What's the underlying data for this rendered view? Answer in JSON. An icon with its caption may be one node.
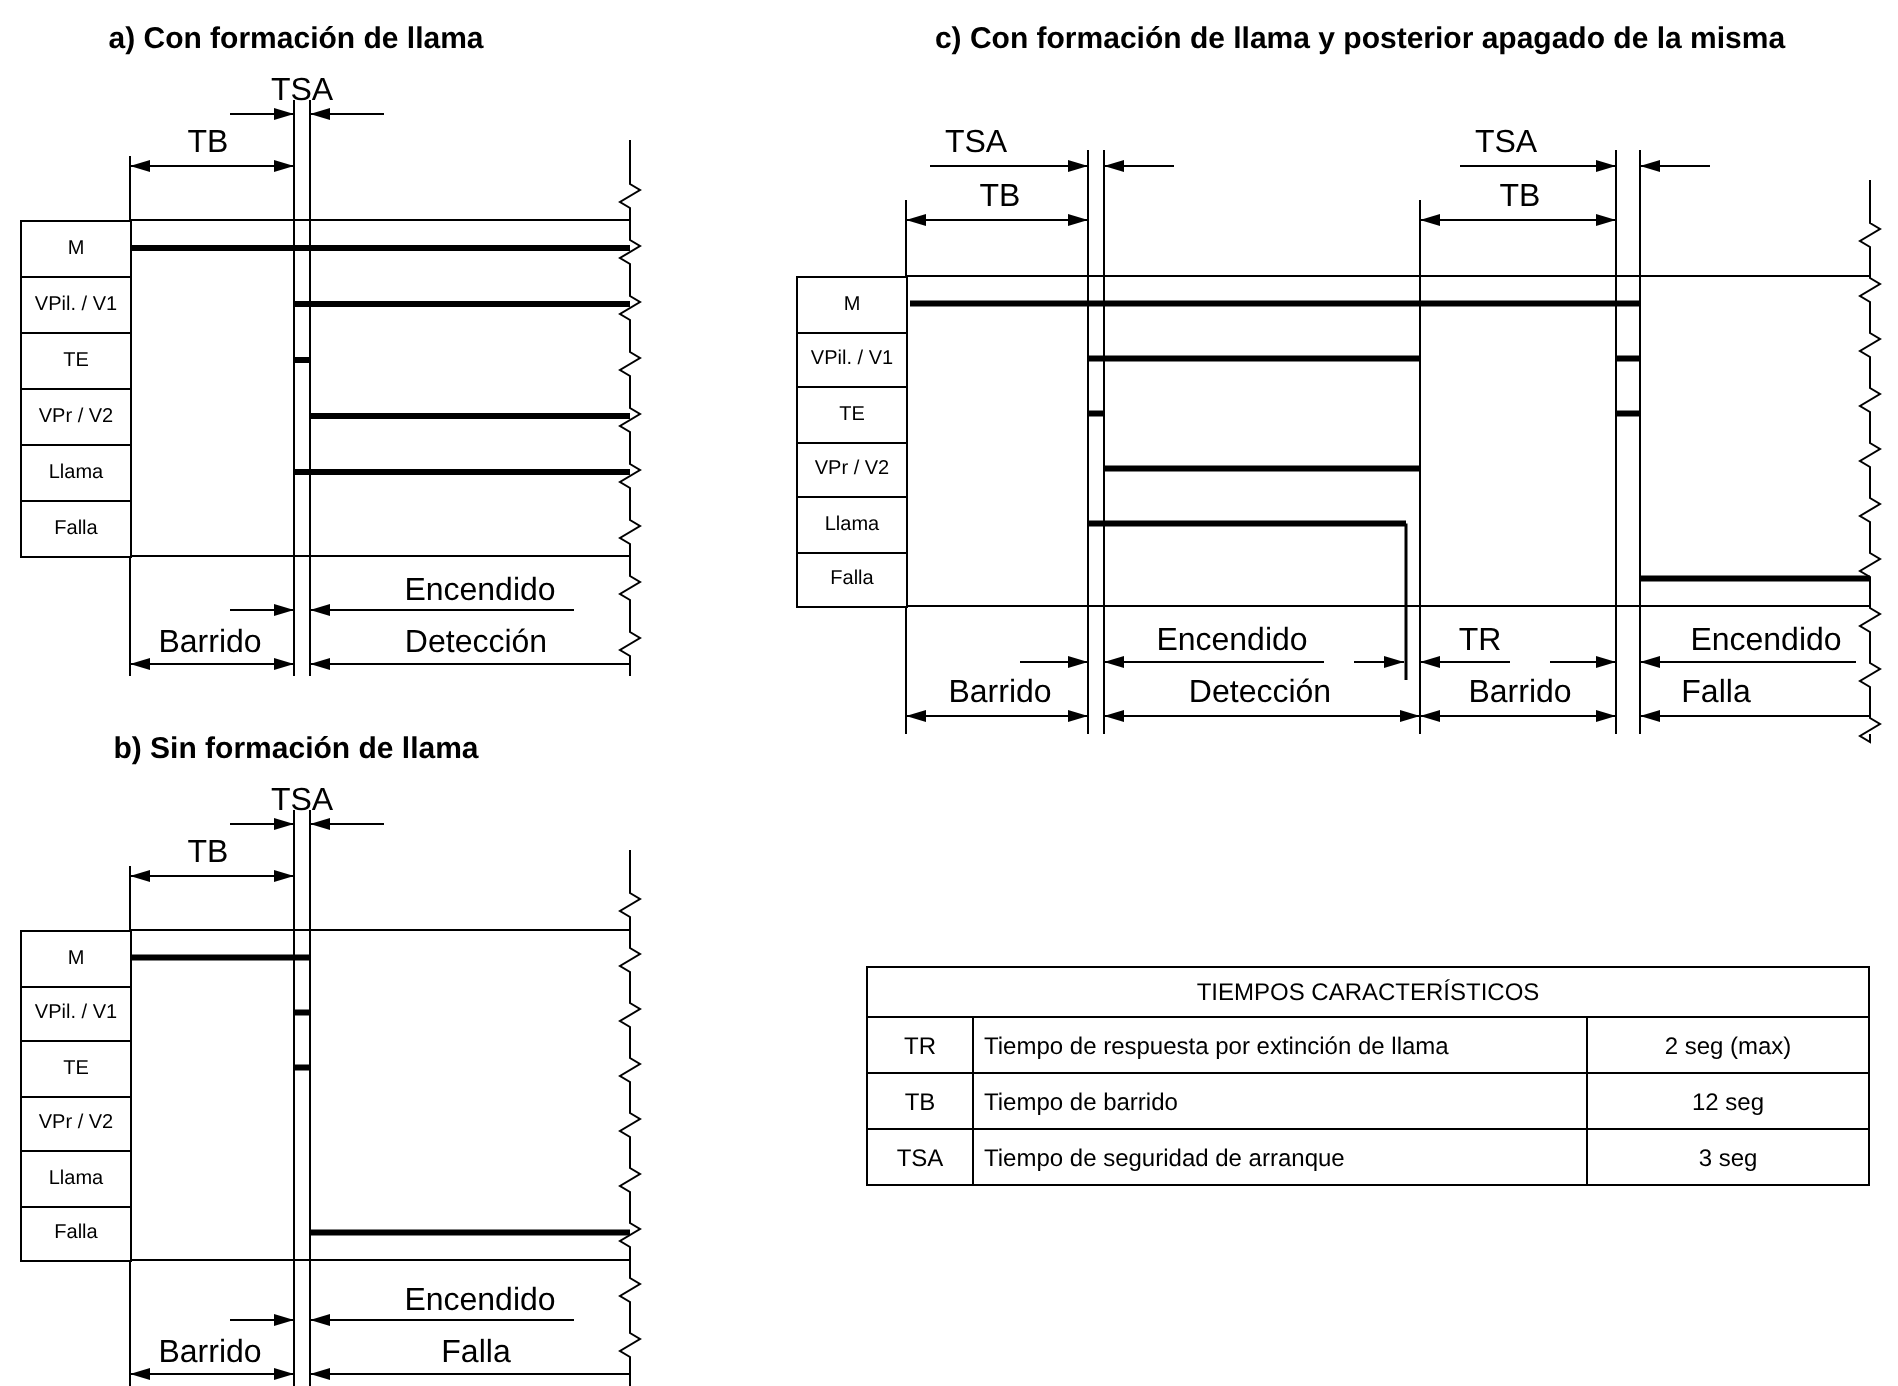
{
  "diagram": {
    "labels": [
      "a) Con formación de llama",
      "TSA",
      "TB",
      "M",
      "VPil. / V1",
      "TE",
      "VPr / V2",
      "Llama",
      "Falla",
      "Encendido",
      "Barrido",
      "Detección",
      "c) Con formación de llama y posterior apagado de la misma",
      "TSA",
      "TSA",
      "TB",
      "TB",
      "M",
      "VPil. / V1",
      "TE",
      "VPr / V2",
      "Llama",
      "Falla",
      "Encendido",
      "TR",
      "Encendido",
      "Barrido",
      "Detección",
      "Barrido",
      "Falla",
      "b) Sin formación de llama",
      "TSA",
      "TB",
      "M",
      "VPil. / V1",
      "TE",
      "VPr / V2",
      "Llama",
      "Falla",
      "Encendido",
      "Barrido",
      "Falla",
      "TIEMPOS CARACTERÍSTICOS",
      "TR",
      "Tiempo de respuesta por extinción de llama",
      "2 seg (max)",
      "TB",
      "Tiempo de barrido",
      "12 seg",
      "TSA",
      "Tiempo de seguridad de arranque",
      "3 seg"
    ]
  }
}
